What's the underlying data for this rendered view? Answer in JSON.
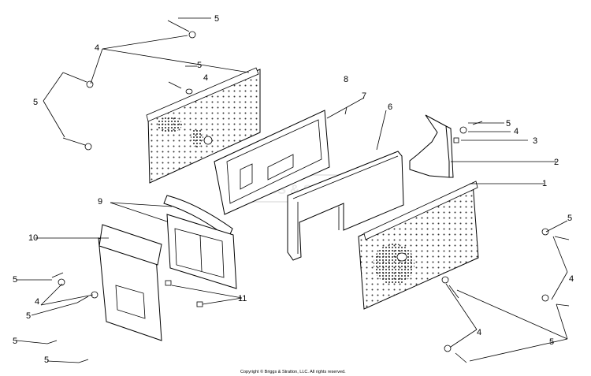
{
  "callouts": {
    "c1": "1",
    "c2": "2",
    "c3": "3",
    "c4a": "4",
    "c4b": "4",
    "c4c": "4",
    "c4d": "4",
    "c4e": "4",
    "c4f": "4",
    "c5a": "5",
    "c5b": "5",
    "c5c": "5",
    "c5d": "5",
    "c5e": "5",
    "c5f": "5",
    "c5g": "5",
    "c5h": "5",
    "c5i": "5",
    "c5j": "5",
    "c6": "6",
    "c7": "7",
    "c8": "8",
    "c9": "9",
    "c10": "10",
    "c11": "11"
  },
  "watermark": "BRIGGS & STRATTON",
  "copyright": "Copyright © Briggs & Stratton, LLC. All rights reserved."
}
